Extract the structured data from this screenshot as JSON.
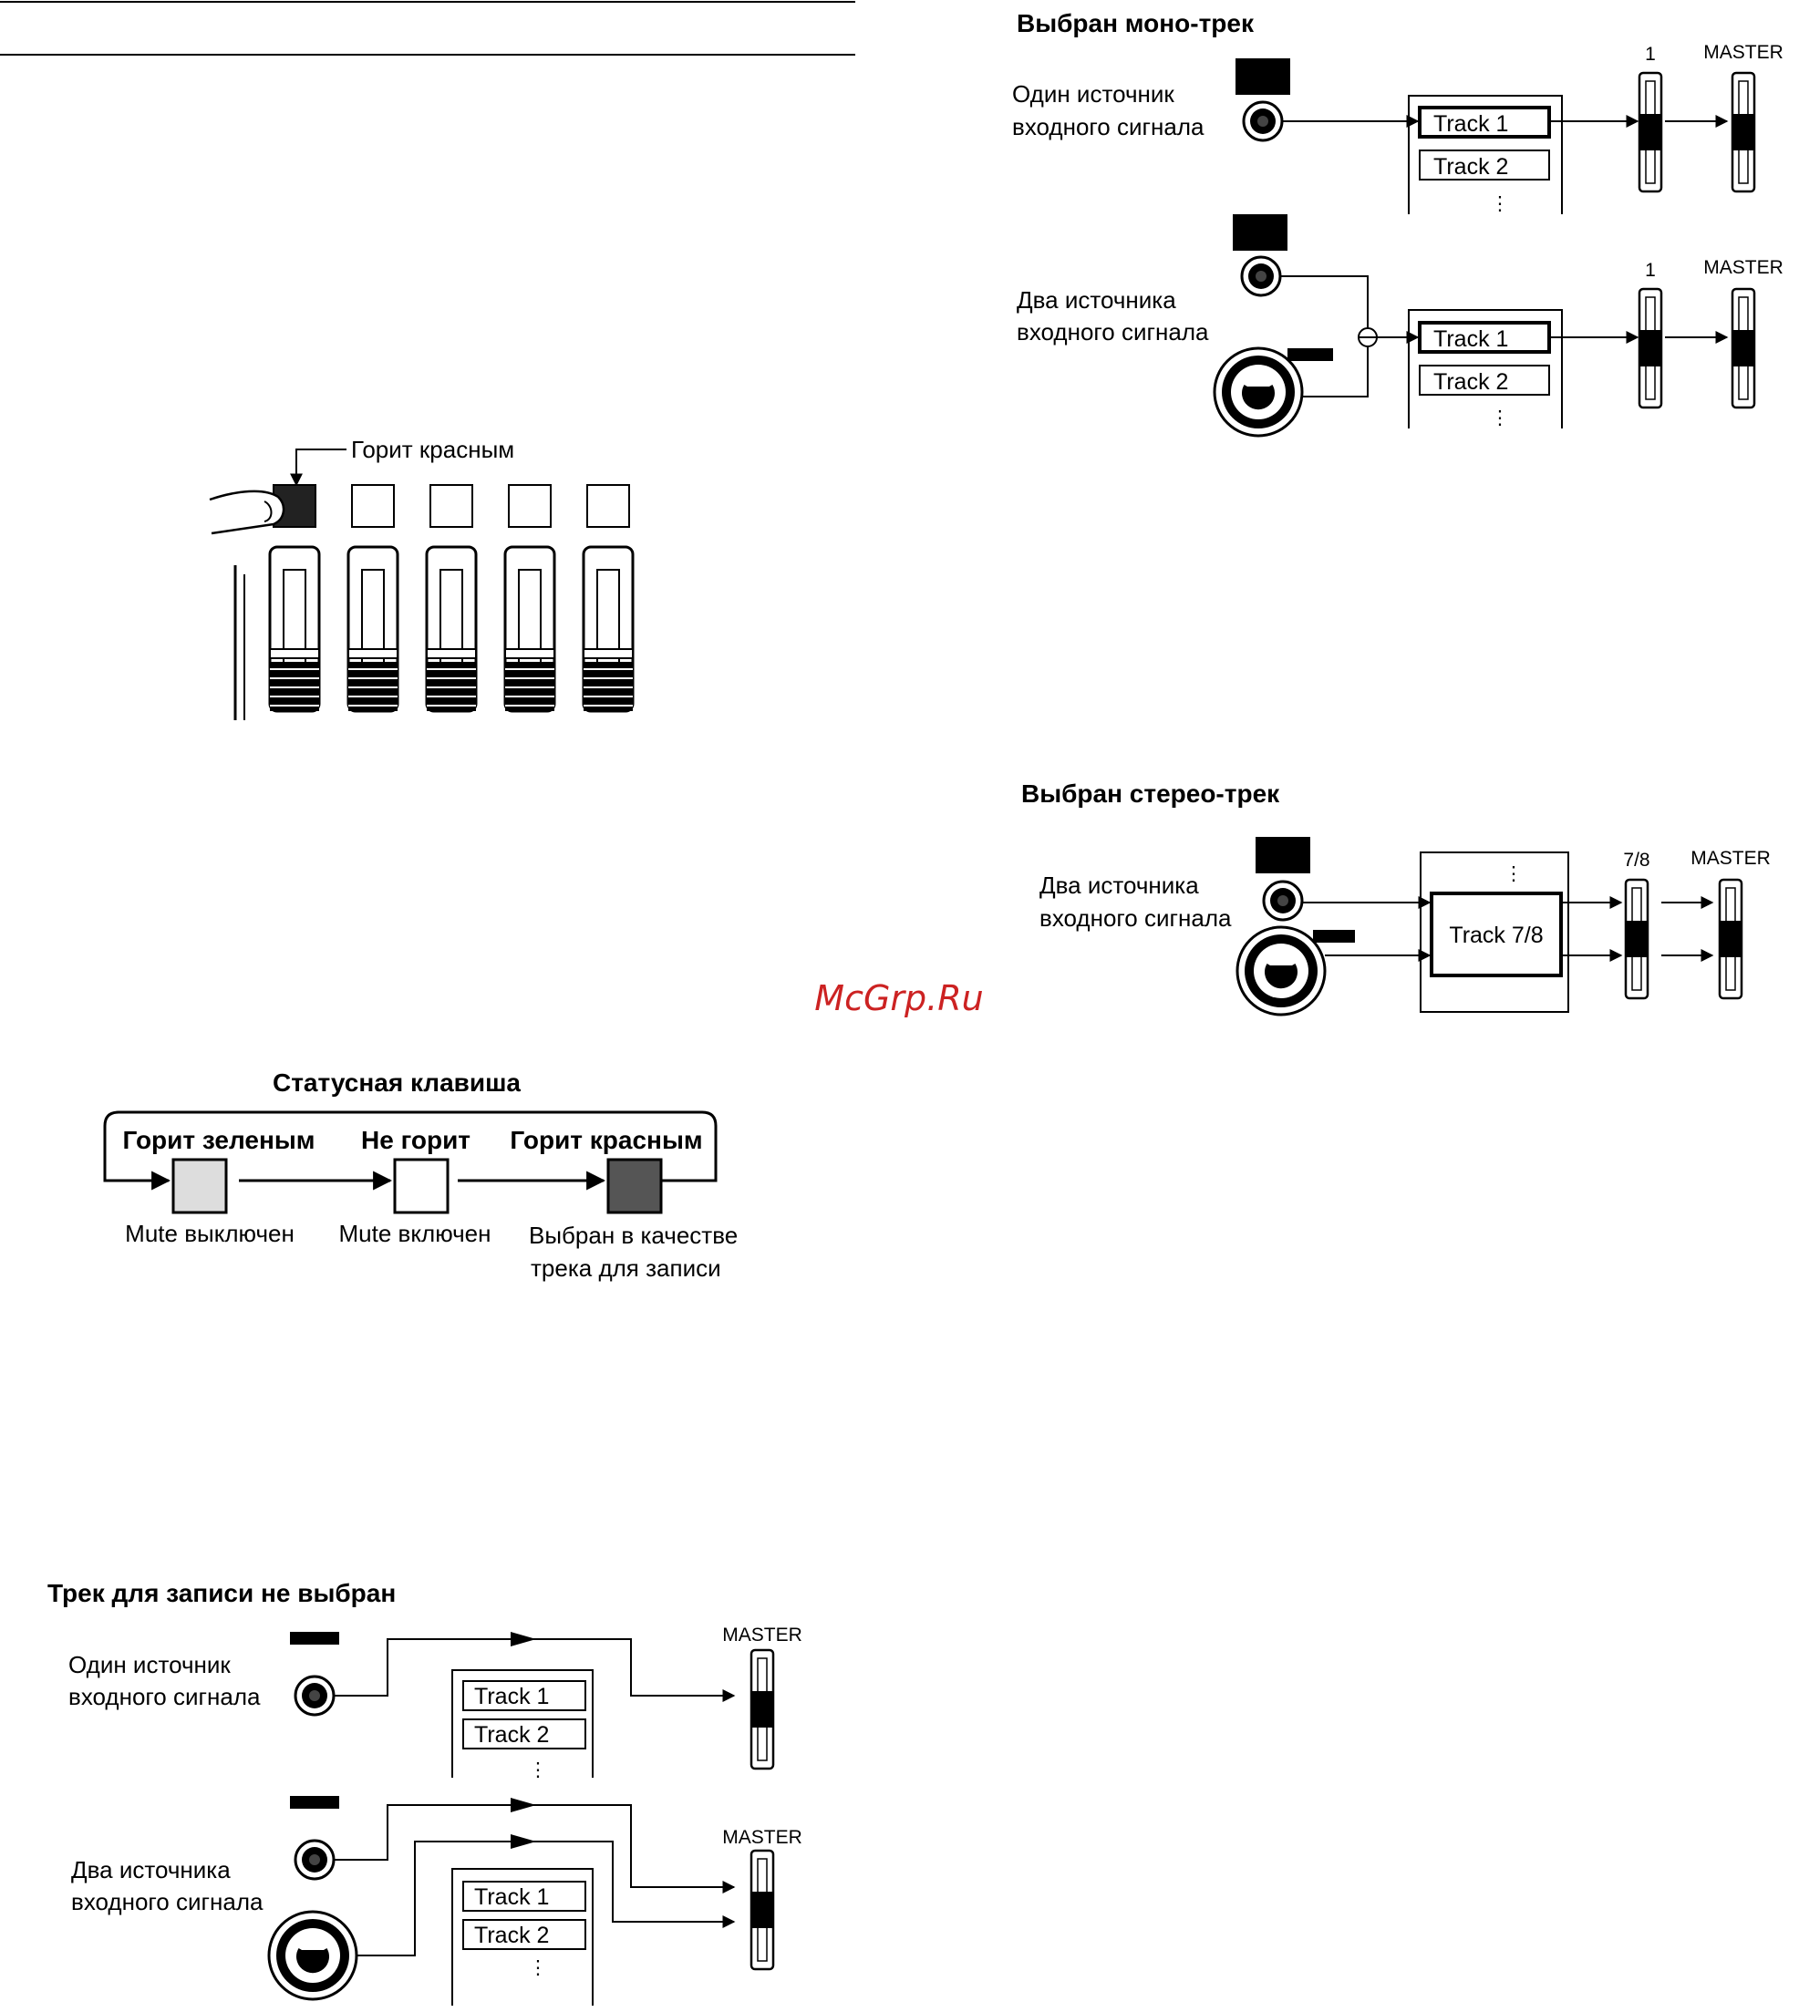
{
  "watermark": "McGrp.Ru",
  "fader_panel": {
    "lit_label": "Горит красным"
  },
  "status_key": {
    "title": "Статусная клавиша",
    "states": [
      {
        "header": "Горит зеленым",
        "caption": [
          "Mute выключен"
        ],
        "color": "#dddddd"
      },
      {
        "header": "Не горит",
        "caption": [
          "Mute включен"
        ],
        "color": "#ffffff"
      },
      {
        "header": "Горит красным",
        "caption": [
          "Выбран в качестве",
          "трека для записи"
        ],
        "color": "#555555"
      }
    ]
  },
  "no_track": {
    "title": "Трек для записи не выбран",
    "one_source": [
      "Один источник",
      "входного сигнала"
    ],
    "two_sources": [
      "Два источника",
      "входного сигнала"
    ],
    "tracks": [
      "Track 1",
      "Track 2"
    ],
    "master": "MASTER"
  },
  "mono": {
    "title": "Выбран моно-трек",
    "one_source": [
      "Один источник",
      "входного сигнала"
    ],
    "two_sources": [
      "Два источника",
      "входного сигнала"
    ],
    "tracks": [
      "Track 1",
      "Track 2"
    ],
    "channel": "1",
    "master": "MASTER"
  },
  "stereo": {
    "title": "Выбран стерео-трек",
    "two_sources": [
      "Два источника",
      "входного сигнала"
    ],
    "track": "Track 7/8",
    "channel": "7/8",
    "master": "MASTER"
  }
}
